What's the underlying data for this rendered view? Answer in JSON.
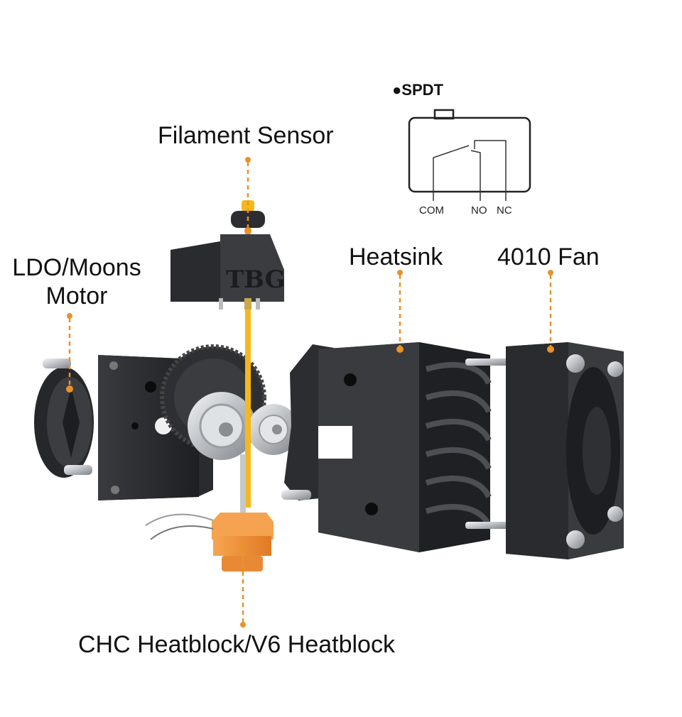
{
  "labels": {
    "filament_sensor": "Filament Sensor",
    "motor_line1": "LDO/Moons",
    "motor_line2": "Motor",
    "heatsink": "Heatsink",
    "fan": "4010 Fan",
    "heatblock": "CHC Heatblock/V6 Heatblock"
  },
  "spdt": {
    "title": "●SPDT",
    "pins": [
      "COM",
      "NO",
      "NC"
    ]
  },
  "sensor_mark": "TBG",
  "colors": {
    "leader_line": "#e8922a",
    "part_dark": "#2f3033",
    "part_mid": "#45474b",
    "heatblock": "#f0923a",
    "filament": "#f5b81c",
    "metal": "#cfd2d6"
  }
}
